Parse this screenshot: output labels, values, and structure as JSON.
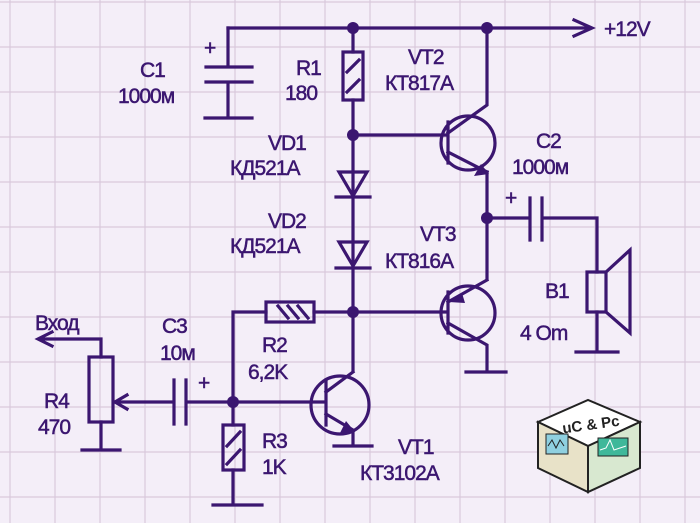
{
  "colors": {
    "ink": "#3b1670",
    "background": "#f4eef8",
    "grid": "#d9c9dc"
  },
  "supply": {
    "label": "+12V"
  },
  "components": {
    "c1": {
      "ref": "C1",
      "value": "1000м",
      "polarity": "+"
    },
    "r1": {
      "ref": "R1",
      "value": "180"
    },
    "vt2": {
      "ref": "VT2",
      "value": "КТ817А"
    },
    "vd1": {
      "ref": "VD1",
      "value": "КД521А"
    },
    "vd2": {
      "ref": "VD2",
      "value": "КД521А"
    },
    "vt3": {
      "ref": "VT3",
      "value": "КТ816А"
    },
    "c2": {
      "ref": "C2",
      "value": "1000м",
      "polarity": "+"
    },
    "b1": {
      "ref": "B1",
      "value": "4  Om"
    },
    "input": {
      "label": "Вход"
    },
    "c3": {
      "ref": "C3",
      "value": "10м",
      "polarity": "+"
    },
    "r2": {
      "ref": "R2",
      "value": "6,2K"
    },
    "r4": {
      "ref": "R4",
      "value": "470"
    },
    "r3": {
      "ref": "R3",
      "value": "1K"
    },
    "vt1": {
      "ref": "VT1",
      "value": "КТ3102А"
    }
  },
  "logo": {
    "text": "uC & Pc"
  }
}
